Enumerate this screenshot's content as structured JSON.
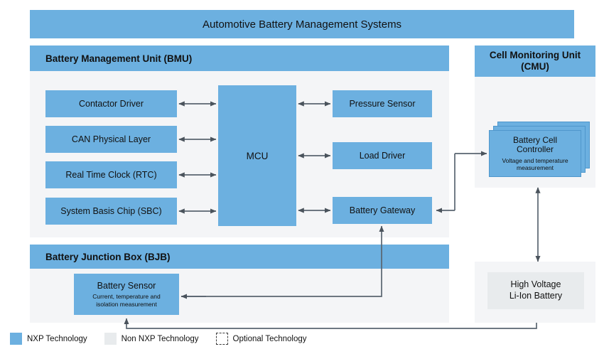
{
  "title": "Automotive Battery Management Systems",
  "colors": {
    "nxp_blue": "#6cb0e0",
    "non_nxp_gray": "#e8ebed",
    "panel_background": "#f4f5f7",
    "connector": "#5a6570",
    "text": "#111111"
  },
  "panels": {
    "bmu": {
      "header": "Battery Management Unit (BMU)",
      "left_column": [
        {
          "label": "Contactor Driver"
        },
        {
          "label": "CAN Physical Layer"
        },
        {
          "label": "Real Time Clock (RTC)"
        },
        {
          "label": "System Basis Chip (SBC)"
        }
      ],
      "mcu": {
        "label": "MCU"
      },
      "right_column": [
        {
          "label": "Pressure Sensor"
        },
        {
          "label": "Load Driver"
        },
        {
          "label": "Battery Gateway"
        }
      ]
    },
    "bjb": {
      "header": "Battery Junction Box (BJB)",
      "battery_sensor": {
        "label": "Battery Sensor",
        "subtitle_line1": "Current, temperature and",
        "subtitle_line2": "isolation measurement"
      }
    },
    "cmu": {
      "header_line1": "Cell Monitoring Unit",
      "header_line2": "(CMU)",
      "battery_cell_controller": {
        "label_line1": "Battery Cell",
        "label_line2": "Controller",
        "subtitle_line1": "Voltage and temperature",
        "subtitle_line2": "measurement",
        "stack_count": 3
      }
    },
    "hv": {
      "battery_line1": "High Voltage",
      "battery_line2": "Li-Ion Battery"
    }
  },
  "legend": [
    {
      "label": "NXP Technology",
      "style": "nxp"
    },
    {
      "label": "Non NXP Technology",
      "style": "non-nxp"
    },
    {
      "label": "Optional Technology",
      "style": "optional"
    }
  ]
}
